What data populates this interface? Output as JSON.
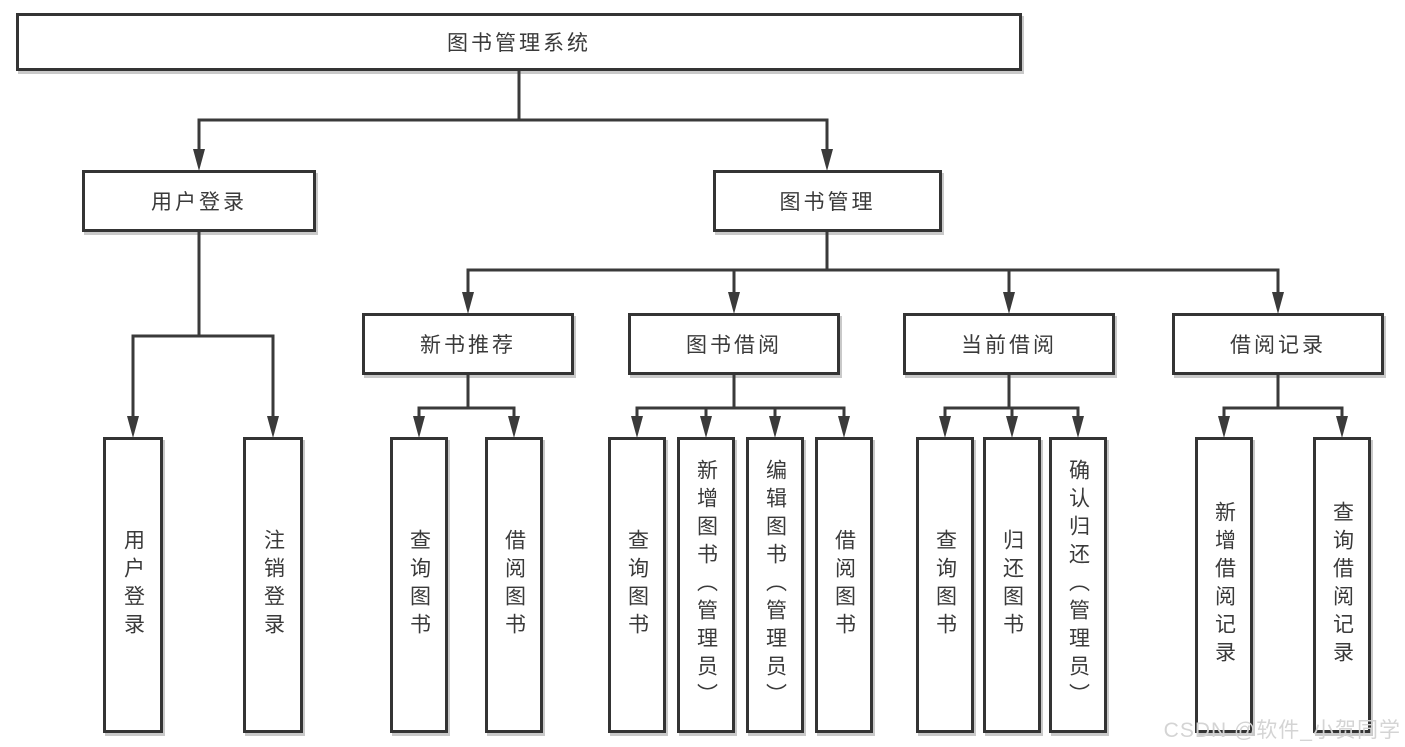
{
  "diagram": {
    "root": {
      "label": "图书管理系统"
    },
    "branches": {
      "user_login": {
        "label": "用户登录",
        "children": [
          "用户登录",
          "注销登录"
        ]
      },
      "book_management": {
        "label": "图书管理",
        "children": {
          "new_book_recommend": {
            "label": "新书推荐",
            "children": [
              "查询图书",
              "借阅图书"
            ]
          },
          "book_borrowing": {
            "label": "图书借阅",
            "children": [
              "查询图书",
              "新增图书（管理员）",
              "编辑图书（管理员）",
              "借阅图书"
            ]
          },
          "current_borrowing": {
            "label": "当前借阅",
            "children": [
              "查询图书",
              "归还图书",
              "确认归还（管理员）"
            ]
          },
          "borrowing_records": {
            "label": "借阅记录",
            "children": [
              "新增借阅记录",
              "查询借阅记录"
            ]
          }
        }
      }
    }
  },
  "watermark": {
    "text": "CSDN @软件_小贺同学"
  },
  "colors": {
    "line": "#3a3a3a",
    "box_border": "#343434",
    "text": "#3a3a3a",
    "background": "#ffffff",
    "watermark": "#d4d4d4"
  }
}
